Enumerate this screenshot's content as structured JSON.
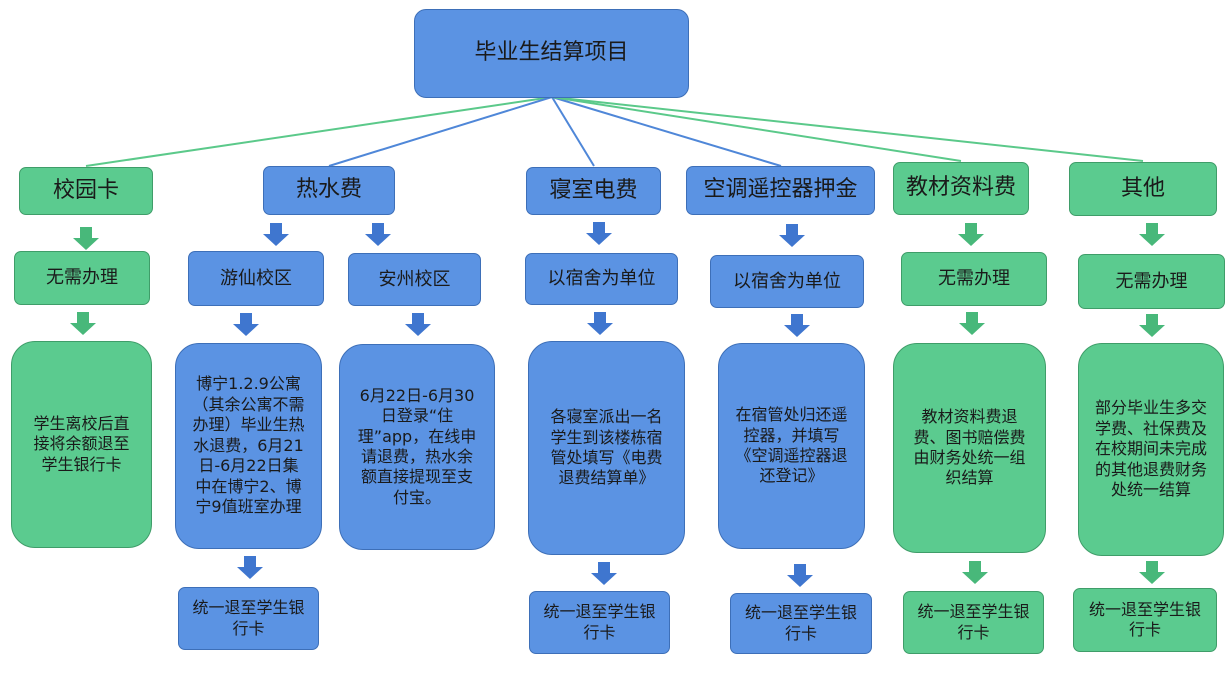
{
  "diagram": {
    "root": "毕业生结算项目",
    "columns": [
      {
        "id": "campus-card",
        "category": "校园卡",
        "step": "无需办理",
        "detail": "学生离校后直接将余额退至学生银行卡",
        "result": ""
      },
      {
        "id": "hot-water",
        "category": "热水费",
        "branches": [
          {
            "id": "youxian",
            "step": "游仙校区",
            "detail": "博宁1.2.9公寓（其余公寓不需办理）毕业生热水退费，6月21日-6月22日集中在博宁2、博宁9值班室办理",
            "result": "统一退至学生银行卡"
          },
          {
            "id": "anzhou",
            "step": "安州校区",
            "detail": "6月22日-6月30日登录“住理”app，在线申请退费，热水余额直接提现至支付宝。",
            "result": ""
          }
        ]
      },
      {
        "id": "dorm-electricity",
        "category": "寝室电费",
        "step": "以宿舍为单位",
        "detail": "各寝室派出一名学生到该楼栋宿管处填写《电费退费结算单》",
        "result": "统一退至学生银行卡"
      },
      {
        "id": "ac-remote",
        "category": "空调遥控器押金",
        "step": "以宿舍为单位",
        "detail": "在宿管处归还遥控器，并填写《空调遥控器退还登记》",
        "result": "统一退至学生银行卡"
      },
      {
        "id": "textbook",
        "category": "教材资料费",
        "step": "无需办理",
        "detail": "教材资料费退费、图书赔偿费由财务处统一组织结算",
        "result": "统一退至学生银行卡"
      },
      {
        "id": "other",
        "category": "其他",
        "step": "无需办理",
        "detail": "部分毕业生多交学费、社保费及在校期间未完成的其他退费财务处统一结算",
        "result": "统一退至学生银行卡"
      }
    ]
  },
  "colors": {
    "blue_fill": "#5b93e3",
    "green_fill": "#5bcb8f",
    "blue_line": "#4f87d8",
    "green_line": "#5bc98a"
  }
}
